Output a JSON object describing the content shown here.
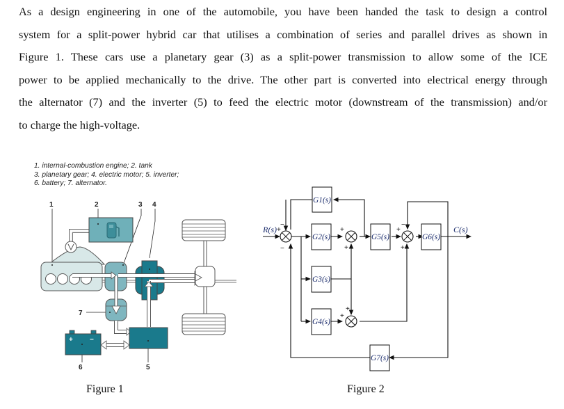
{
  "paragraph": {
    "lines": [
      "As a design engineering in one of the automobile, you have been handed the task to design a control",
      "system for a split-power hybrid car that utilises a combination of series and parallel drives as shown in",
      "Figure 1. These cars use a planetary gear (3) as a split-power transmission to allow some of the ICE",
      "power to be applied mechanically to the drive. The other part is converted into electrical energy through",
      "the alternator (7) and the inverter (5) to feed the electric motor (downstream of the transmission) and/or",
      "to charge the high-voltage."
    ]
  },
  "figure1": {
    "legend": [
      "1. internal-combustion engine; 2. tank",
      "3. planetary gear; 4. electric motor; 5. inverter;",
      "6. battery; 7. alternator."
    ],
    "callouts": {
      "n1": "1",
      "n2": "2",
      "n3": "3",
      "n4": "4",
      "n5": "5",
      "n6": "6",
      "n7": "7"
    },
    "battery_plus": "+",
    "battery_minus": "−",
    "caption": "Figure 1",
    "colors": {
      "engine": "#d8e8e8",
      "tank": "#6fb0b9",
      "gear": "#7fb6bf",
      "motor": "#1a7a8c",
      "inverter": "#1a7a8c",
      "battery": "#1a7a8c"
    }
  },
  "figure2": {
    "input": "R(s)",
    "output": "C(s)",
    "blocks": {
      "g1": "G1(s)",
      "g2": "G2(s)",
      "g3": "G3(s)",
      "g4": "G4(s)",
      "g5": "G5(s)",
      "g6": "G6(s)",
      "g7": "G7(s)"
    },
    "signs": {
      "plus": "+",
      "minus": "−"
    },
    "caption": "Figure 2"
  }
}
